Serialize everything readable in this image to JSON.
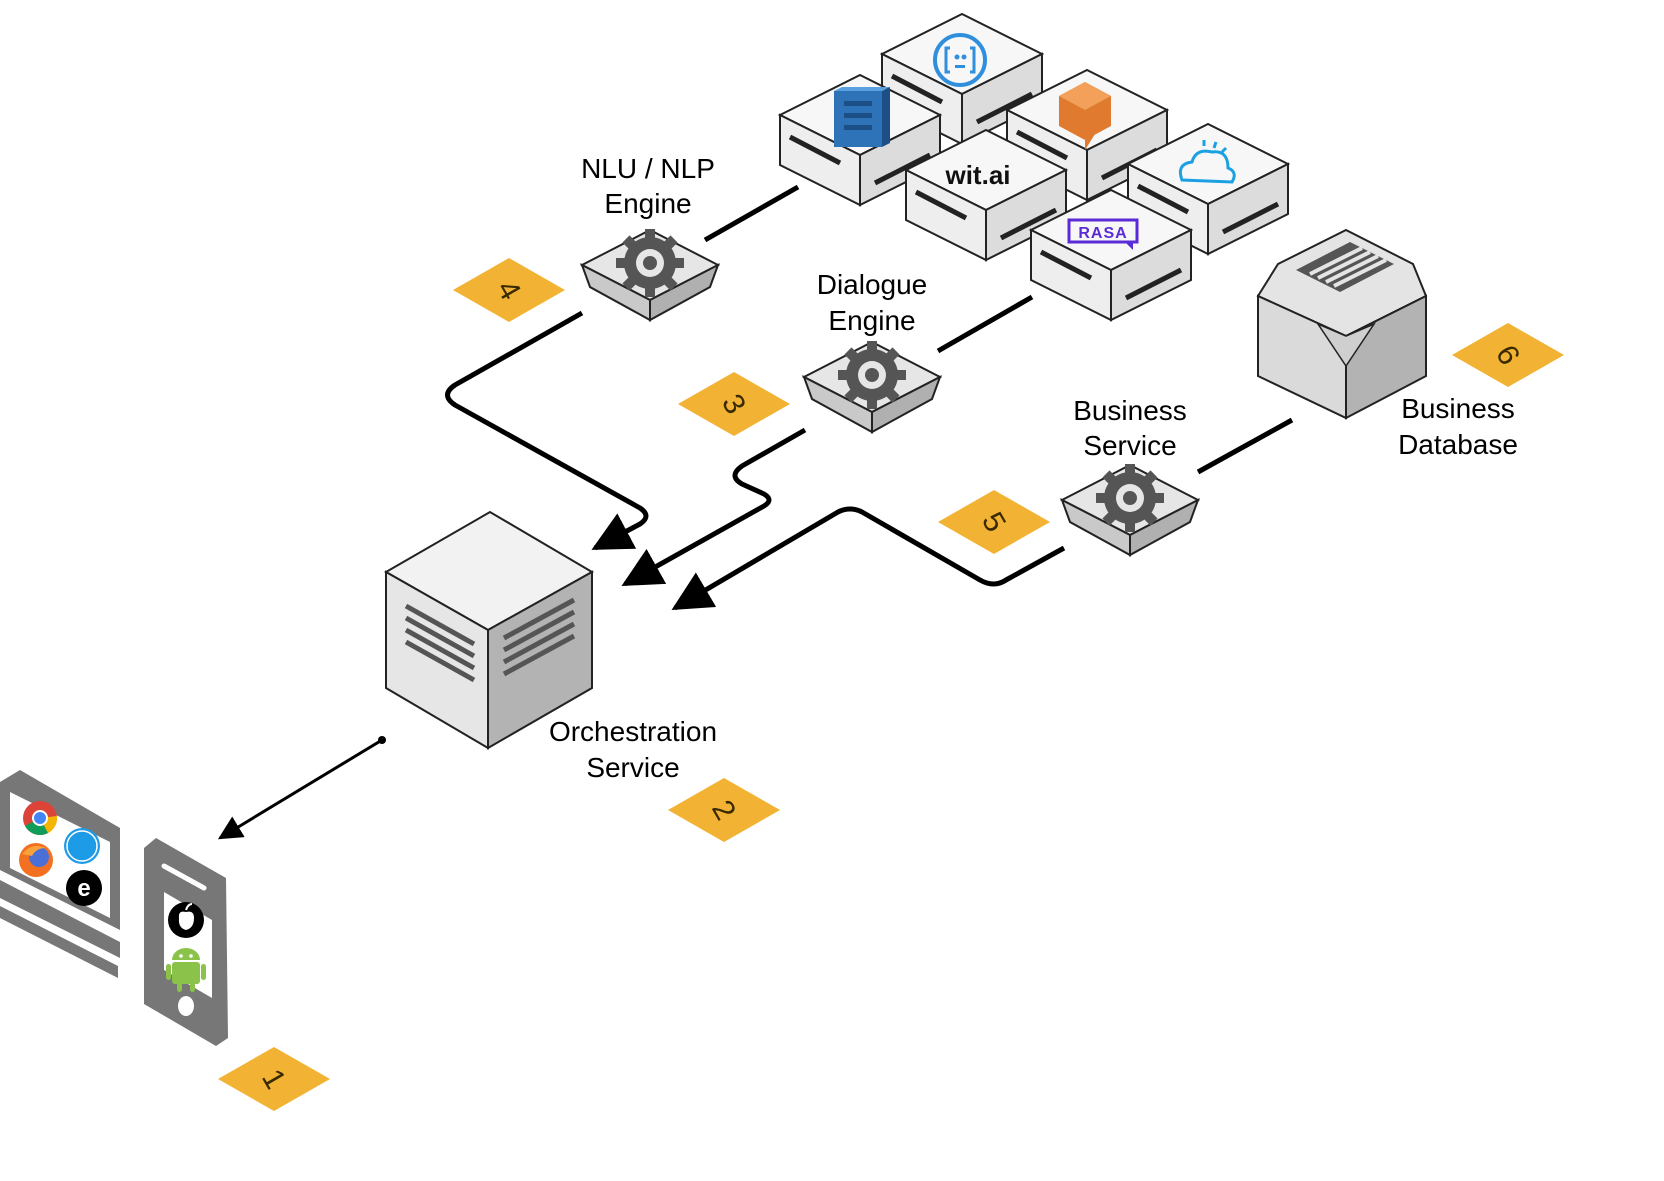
{
  "labels": {
    "nlu_line1": "NLU / NLP",
    "nlu_line2": "Engine",
    "dialogue_line1": "Dialogue",
    "dialogue_line2": "Engine",
    "business_service_line1": "Business",
    "business_service_line2": "Service",
    "business_database_line1": "Business",
    "business_database_line2": "Database",
    "orchestration_line1": "Orchestration",
    "orchestration_line2": "Service"
  },
  "badges": [
    "1",
    "2",
    "3",
    "4",
    "5",
    "6"
  ],
  "providers": {
    "witai": "wit.ai",
    "rasa": "RASA"
  },
  "icons": [
    "chrome-icon",
    "safari-icon",
    "firefox-icon",
    "edge-icon",
    "apple-icon",
    "android-icon",
    "gear-icon",
    "database-icon",
    "server-icon"
  ],
  "colors": {
    "badge": "#f2b233",
    "line": "#000000",
    "box_face_light": "#f4f4f4",
    "box_face_mid": "#d9d9d9",
    "box_face_dark": "#b3b3b3",
    "device_gray": "#777777",
    "rasa": "#5a2bd6",
    "lex_blue": "#2e73b8",
    "dialogflow_orange": "#e07a2e",
    "ibm_blue": "#1ba1e2",
    "android_green": "#8bc34a"
  }
}
